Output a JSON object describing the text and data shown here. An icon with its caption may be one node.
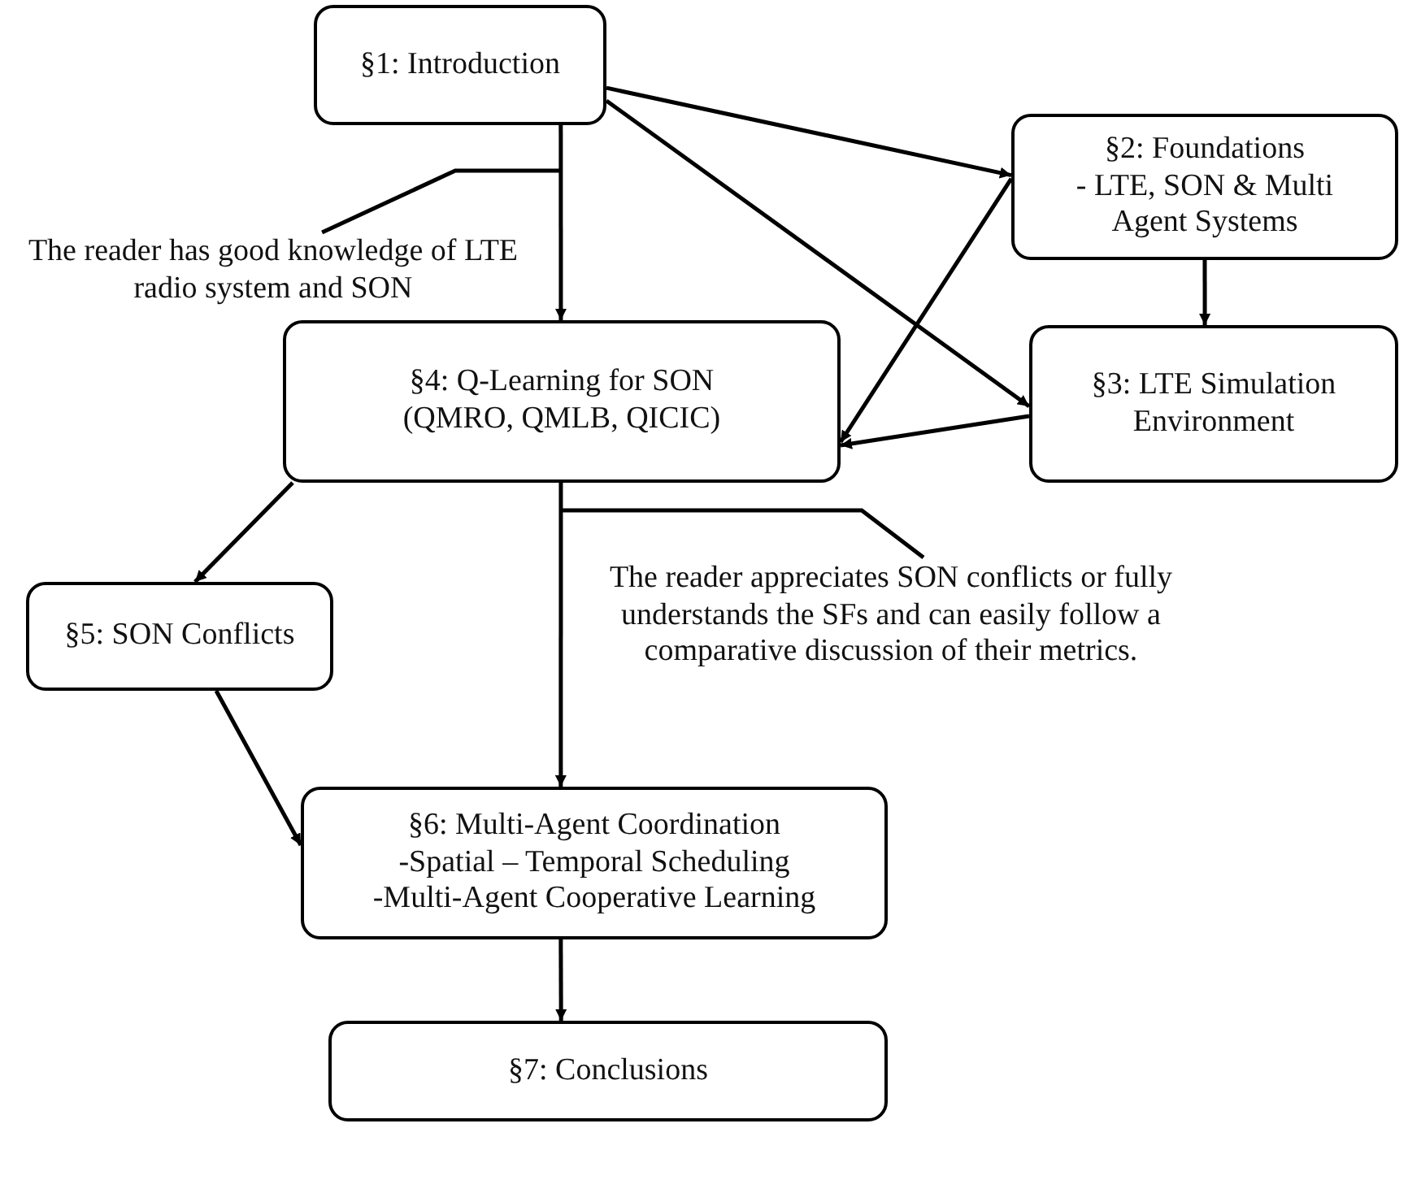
{
  "diagram": {
    "nodes": [
      {
        "text": [
          "§1: Introduction"
        ]
      },
      {
        "text": [
          "§2: Foundations",
          "- LTE, SON & Multi Agent Systems"
        ]
      },
      {
        "text": [
          "§3: LTE Simulation Environment"
        ]
      },
      {
        "text": [
          "§4: Q-Learning for SON (QMRO, QMLB, QICIC)"
        ]
      },
      {
        "text": [
          "§5: SON Conflicts"
        ]
      },
      {
        "text": [
          "§6: Multi-Agent Coordination",
          "-Spatial – Temporal Scheduling",
          "-Multi-Agent Cooperative Learning"
        ]
      },
      {
        "text": [
          "§7: Conclusions"
        ]
      },
      {
        "text": [
          "The reader has good knowledge of LTE radio system and SON"
        ]
      },
      {
        "text": [
          "The reader appreciates SON conflicts or fully understands the SFs and can easily follow a comparative discussion of their metrics."
        ]
      }
    ],
    "edges": [
      {
        "from": 0,
        "to": 3,
        "arrow": "to"
      },
      {
        "from": 0,
        "to": 1,
        "arrow": "to"
      },
      {
        "from": 0,
        "to": 2,
        "arrow": "to"
      },
      {
        "from": 1,
        "to": 3,
        "arrow": "to"
      },
      {
        "from": 1,
        "to": 2,
        "arrow": "to"
      },
      {
        "from": 2,
        "to": 3,
        "arrow": "to"
      },
      {
        "from": 3,
        "to": 4,
        "arrow": "to"
      },
      {
        "from": 4,
        "to": 5,
        "arrow": "to"
      },
      {
        "from": 3,
        "to": 5,
        "arrow": "to"
      },
      {
        "from": 5,
        "to": 6,
        "arrow": "to"
      },
      {
        "from": 7,
        "to": null,
        "arrow": "none"
      },
      {
        "from": 8,
        "to": null,
        "arrow": "none"
      }
    ]
  }
}
